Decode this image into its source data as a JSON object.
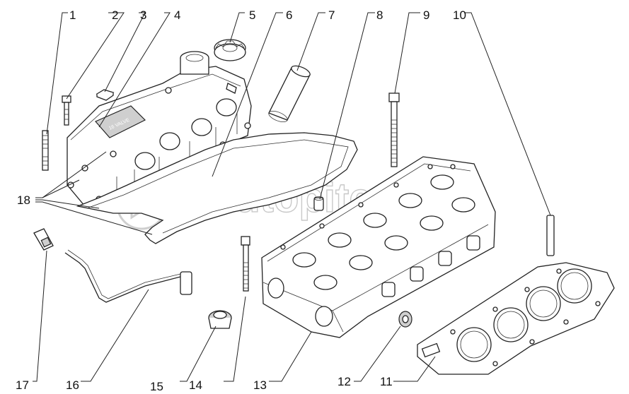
{
  "watermark": "autopiter.ru",
  "callouts": [
    "1",
    "2",
    "3",
    "4",
    "5",
    "6",
    "7",
    "8",
    "9",
    "10",
    "11",
    "12",
    "13",
    "14",
    "15",
    "16",
    "17",
    "18"
  ],
  "cover_marking": "16 VALVE"
}
